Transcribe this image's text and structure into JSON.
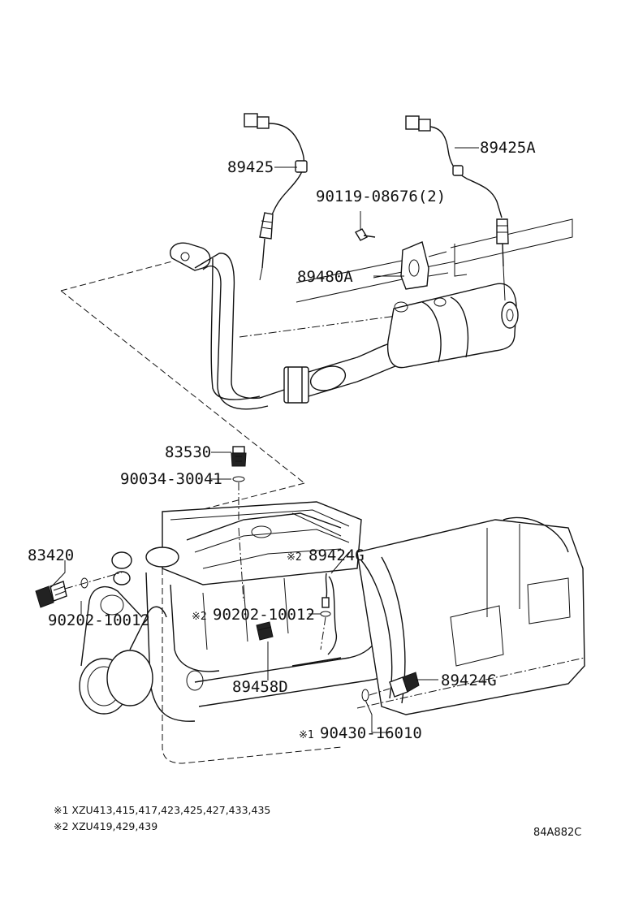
{
  "labels": {
    "p89425": "89425",
    "p89425A": "89425A",
    "p90119": "90119-08676(2)",
    "p89480A": "89480A",
    "p83530": "83530",
    "p90034": "90034-30041",
    "p83420": "83420",
    "p90202a": "90202-10012",
    "p89424G_top": "89424G",
    "p90202b": "90202-10012",
    "p89458D": "89458D",
    "p89424G_bottom": "89424G",
    "p90430": "90430-16010"
  },
  "markers": {
    "m1": "※1",
    "m2": "※2"
  },
  "notes": [
    "※1 XZU413,415,417,423,425,427,433,435",
    "※2 XZU419,429,439"
  ],
  "diagram_code": "84A882C"
}
